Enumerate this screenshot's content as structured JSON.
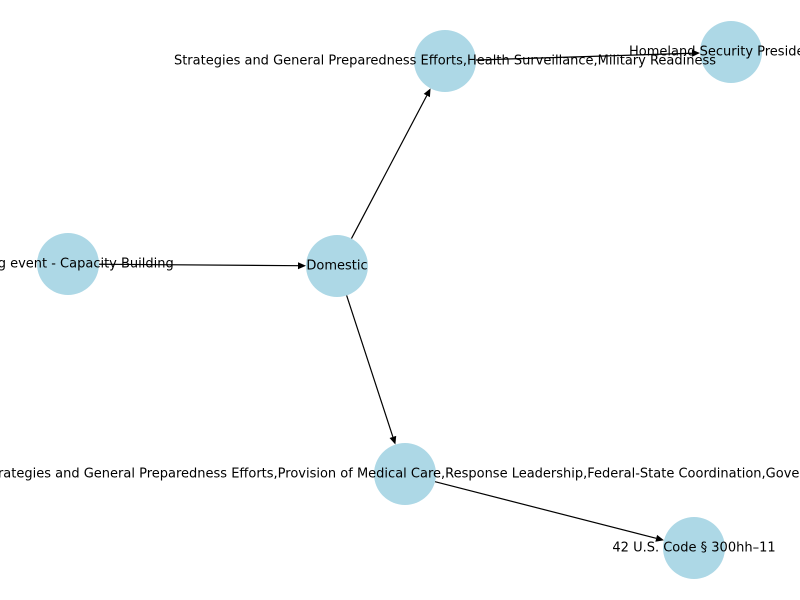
{
  "graph": {
    "node_color": "#add8e6",
    "edge_color": "#000000",
    "nodes": [
      {
        "id": "during-event",
        "label": "During event - Capacity Building"
      },
      {
        "id": "domestic",
        "label": "Domestic"
      },
      {
        "id": "strategies-top",
        "label": "Strategies and General Preparedness Efforts,Health Surveillance,Military Readiness"
      },
      {
        "id": "hspd",
        "label": "Homeland Security Presidential"
      },
      {
        "id": "strategies-bottom",
        "label": "Strategies and General Preparedness Efforts,Provision of Medical Care,Response Leadership,Federal-State Coordination,Governm"
      },
      {
        "id": "usc",
        "label": "42 U.S. Code § 300hh–11"
      }
    ],
    "edges": [
      {
        "from": "during-event",
        "to": "domestic"
      },
      {
        "from": "domestic",
        "to": "strategies-top"
      },
      {
        "from": "strategies-top",
        "to": "hspd"
      },
      {
        "from": "domestic",
        "to": "strategies-bottom"
      },
      {
        "from": "strategies-bottom",
        "to": "usc"
      }
    ]
  }
}
